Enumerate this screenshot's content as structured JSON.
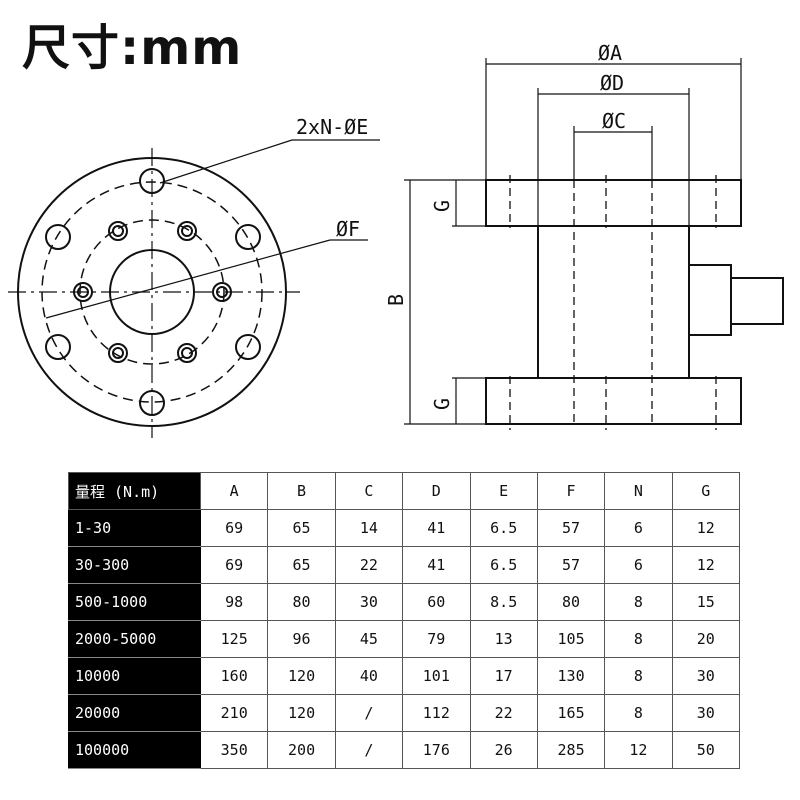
{
  "title": "尺寸:mm",
  "labels": {
    "phiA": "ØA",
    "phiD": "ØD",
    "phiC": "ØC",
    "holes": "2xN-ØE",
    "phiF": "ØF",
    "B": "B",
    "G_top": "G",
    "G_bottom": "G"
  },
  "table": {
    "corner": "量程 (N.m)",
    "columns": [
      "A",
      "B",
      "C",
      "D",
      "E",
      "F",
      "N",
      "G"
    ],
    "rows": [
      {
        "range": "1-30",
        "cells": [
          "69",
          "65",
          "14",
          "41",
          "6.5",
          "57",
          "6",
          "12"
        ]
      },
      {
        "range": "30-300",
        "cells": [
          "69",
          "65",
          "22",
          "41",
          "6.5",
          "57",
          "6",
          "12"
        ]
      },
      {
        "range": "500-1000",
        "cells": [
          "98",
          "80",
          "30",
          "60",
          "8.5",
          "80",
          "8",
          "15"
        ]
      },
      {
        "range": "2000-5000",
        "cells": [
          "125",
          "96",
          "45",
          "79",
          "13",
          "105",
          "8",
          "20"
        ]
      },
      {
        "range": "10000",
        "cells": [
          "160",
          "120",
          "40",
          "101",
          "17",
          "130",
          "8",
          "30"
        ]
      },
      {
        "range": "20000",
        "cells": [
          "210",
          "120",
          "/",
          "112",
          "22",
          "165",
          "8",
          "30"
        ]
      },
      {
        "range": "100000",
        "cells": [
          "350",
          "200",
          "/",
          "176",
          "26",
          "285",
          "12",
          "50"
        ]
      }
    ]
  }
}
